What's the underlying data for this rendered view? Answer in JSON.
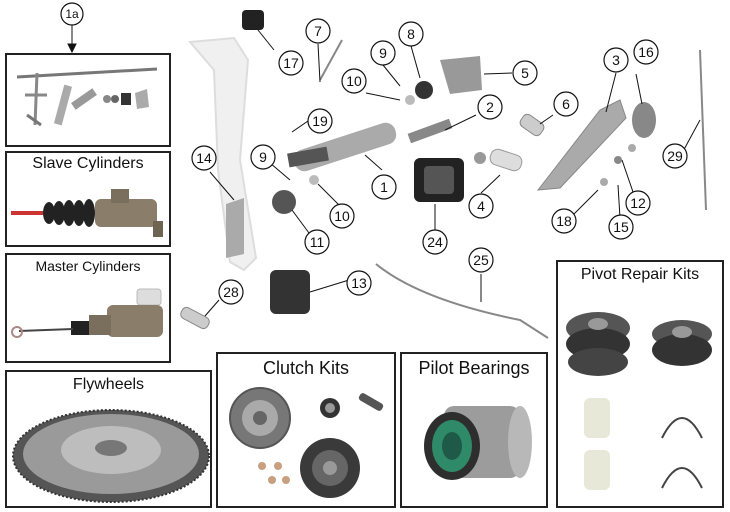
{
  "boxes": {
    "slave_cylinders": "Slave Cylinders",
    "master_cylinders": "Master Cylinders",
    "flywheels": "Flywheels",
    "clutch_kits": "Clutch Kits",
    "pilot_bearings": "Pilot Bearings",
    "pivot_repair_kits": "Pivot Repair Kits"
  },
  "callouts": [
    "1a",
    "1",
    "2",
    "3",
    "4",
    "5",
    "6",
    "7",
    "8",
    "9",
    "9",
    "10",
    "10",
    "11",
    "12",
    "13",
    "14",
    "15",
    "16",
    "17",
    "18",
    "19",
    "24",
    "25",
    "28",
    "29"
  ]
}
